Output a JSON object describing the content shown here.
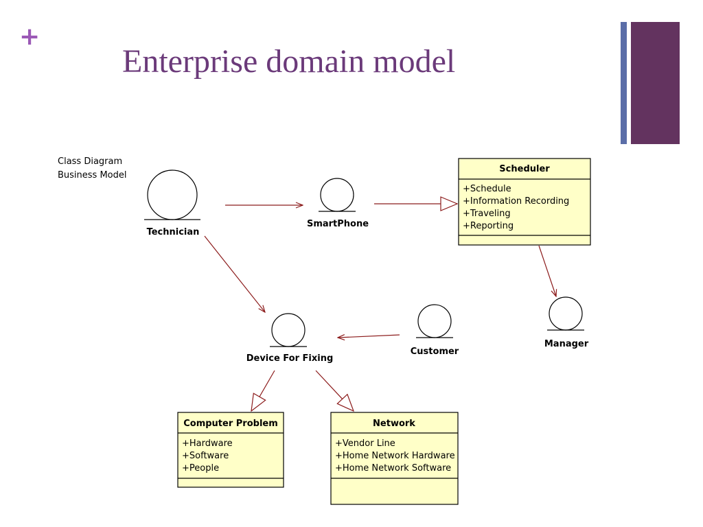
{
  "slide": {
    "title": "Enterprise domain model",
    "bullet_symbol": "+"
  },
  "colors": {
    "title": "#6b3a7a",
    "plus": "#9b59b6",
    "accent_bar_thin": "#5b6ea8",
    "accent_bar_thick": "#63335f",
    "class_fill": "#ffffc8",
    "arrow": "#8b1a1a"
  },
  "diagram": {
    "caption_lines": [
      "Class Diagram",
      "Business Model"
    ],
    "actors": {
      "technician": "Technician",
      "smartphone": "SmartPhone",
      "device": "Device For Fixing",
      "customer": "Customer",
      "manager": "Manager"
    },
    "classes": {
      "scheduler": {
        "name": "Scheduler",
        "attributes": [
          "+Schedule",
          "+Information Recording",
          "+Traveling",
          "+Reporting"
        ]
      },
      "computer_problem": {
        "name": "Computer Problem",
        "attributes": [
          "+Hardware",
          "+Software",
          "+People"
        ]
      },
      "network": {
        "name": "Network",
        "attributes": [
          "+Vendor Line",
          "+Home Network Hardware",
          "+Home Network Software"
        ]
      }
    }
  }
}
